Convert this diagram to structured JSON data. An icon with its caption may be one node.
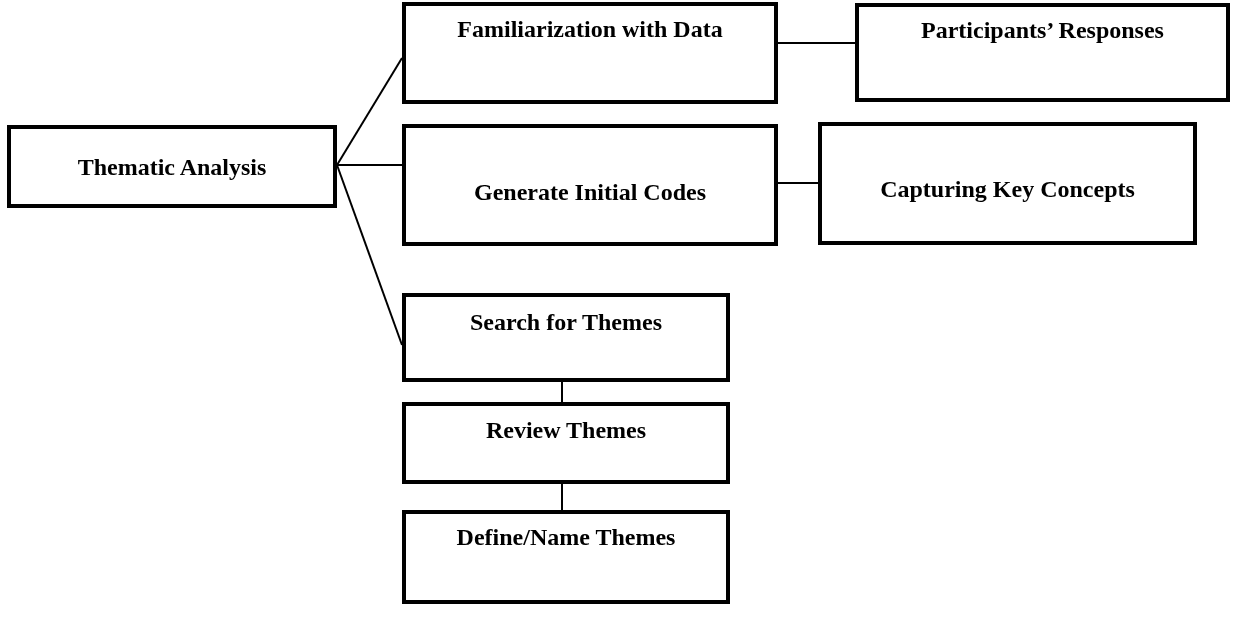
{
  "diagram": {
    "nodes": [
      {
        "text": [
          "Thematic Analysis"
        ]
      },
      {
        "text": [
          "Familiarization with Data"
        ]
      },
      {
        "text": [
          "Participants’ Responses"
        ]
      },
      {
        "text": [
          "Generate Initial Codes"
        ]
      },
      {
        "text": [
          "Capturing Key Concepts"
        ]
      },
      {
        "text": [
          "Search for Themes"
        ]
      },
      {
        "text": [
          "Review Themes"
        ]
      },
      {
        "text": [
          "Define/Name Themes"
        ]
      }
    ],
    "edges": [
      {
        "from": 0,
        "to": 1,
        "arrow": "none"
      },
      {
        "from": 0,
        "to": 3,
        "arrow": "none"
      },
      {
        "from": 0,
        "to": 5,
        "arrow": "none"
      },
      {
        "from": 1,
        "to": 2,
        "arrow": "none"
      },
      {
        "from": 3,
        "to": 4,
        "arrow": "none"
      },
      {
        "from": 5,
        "to": 6,
        "arrow": "none"
      },
      {
        "from": 6,
        "to": 7,
        "arrow": "none"
      }
    ]
  }
}
